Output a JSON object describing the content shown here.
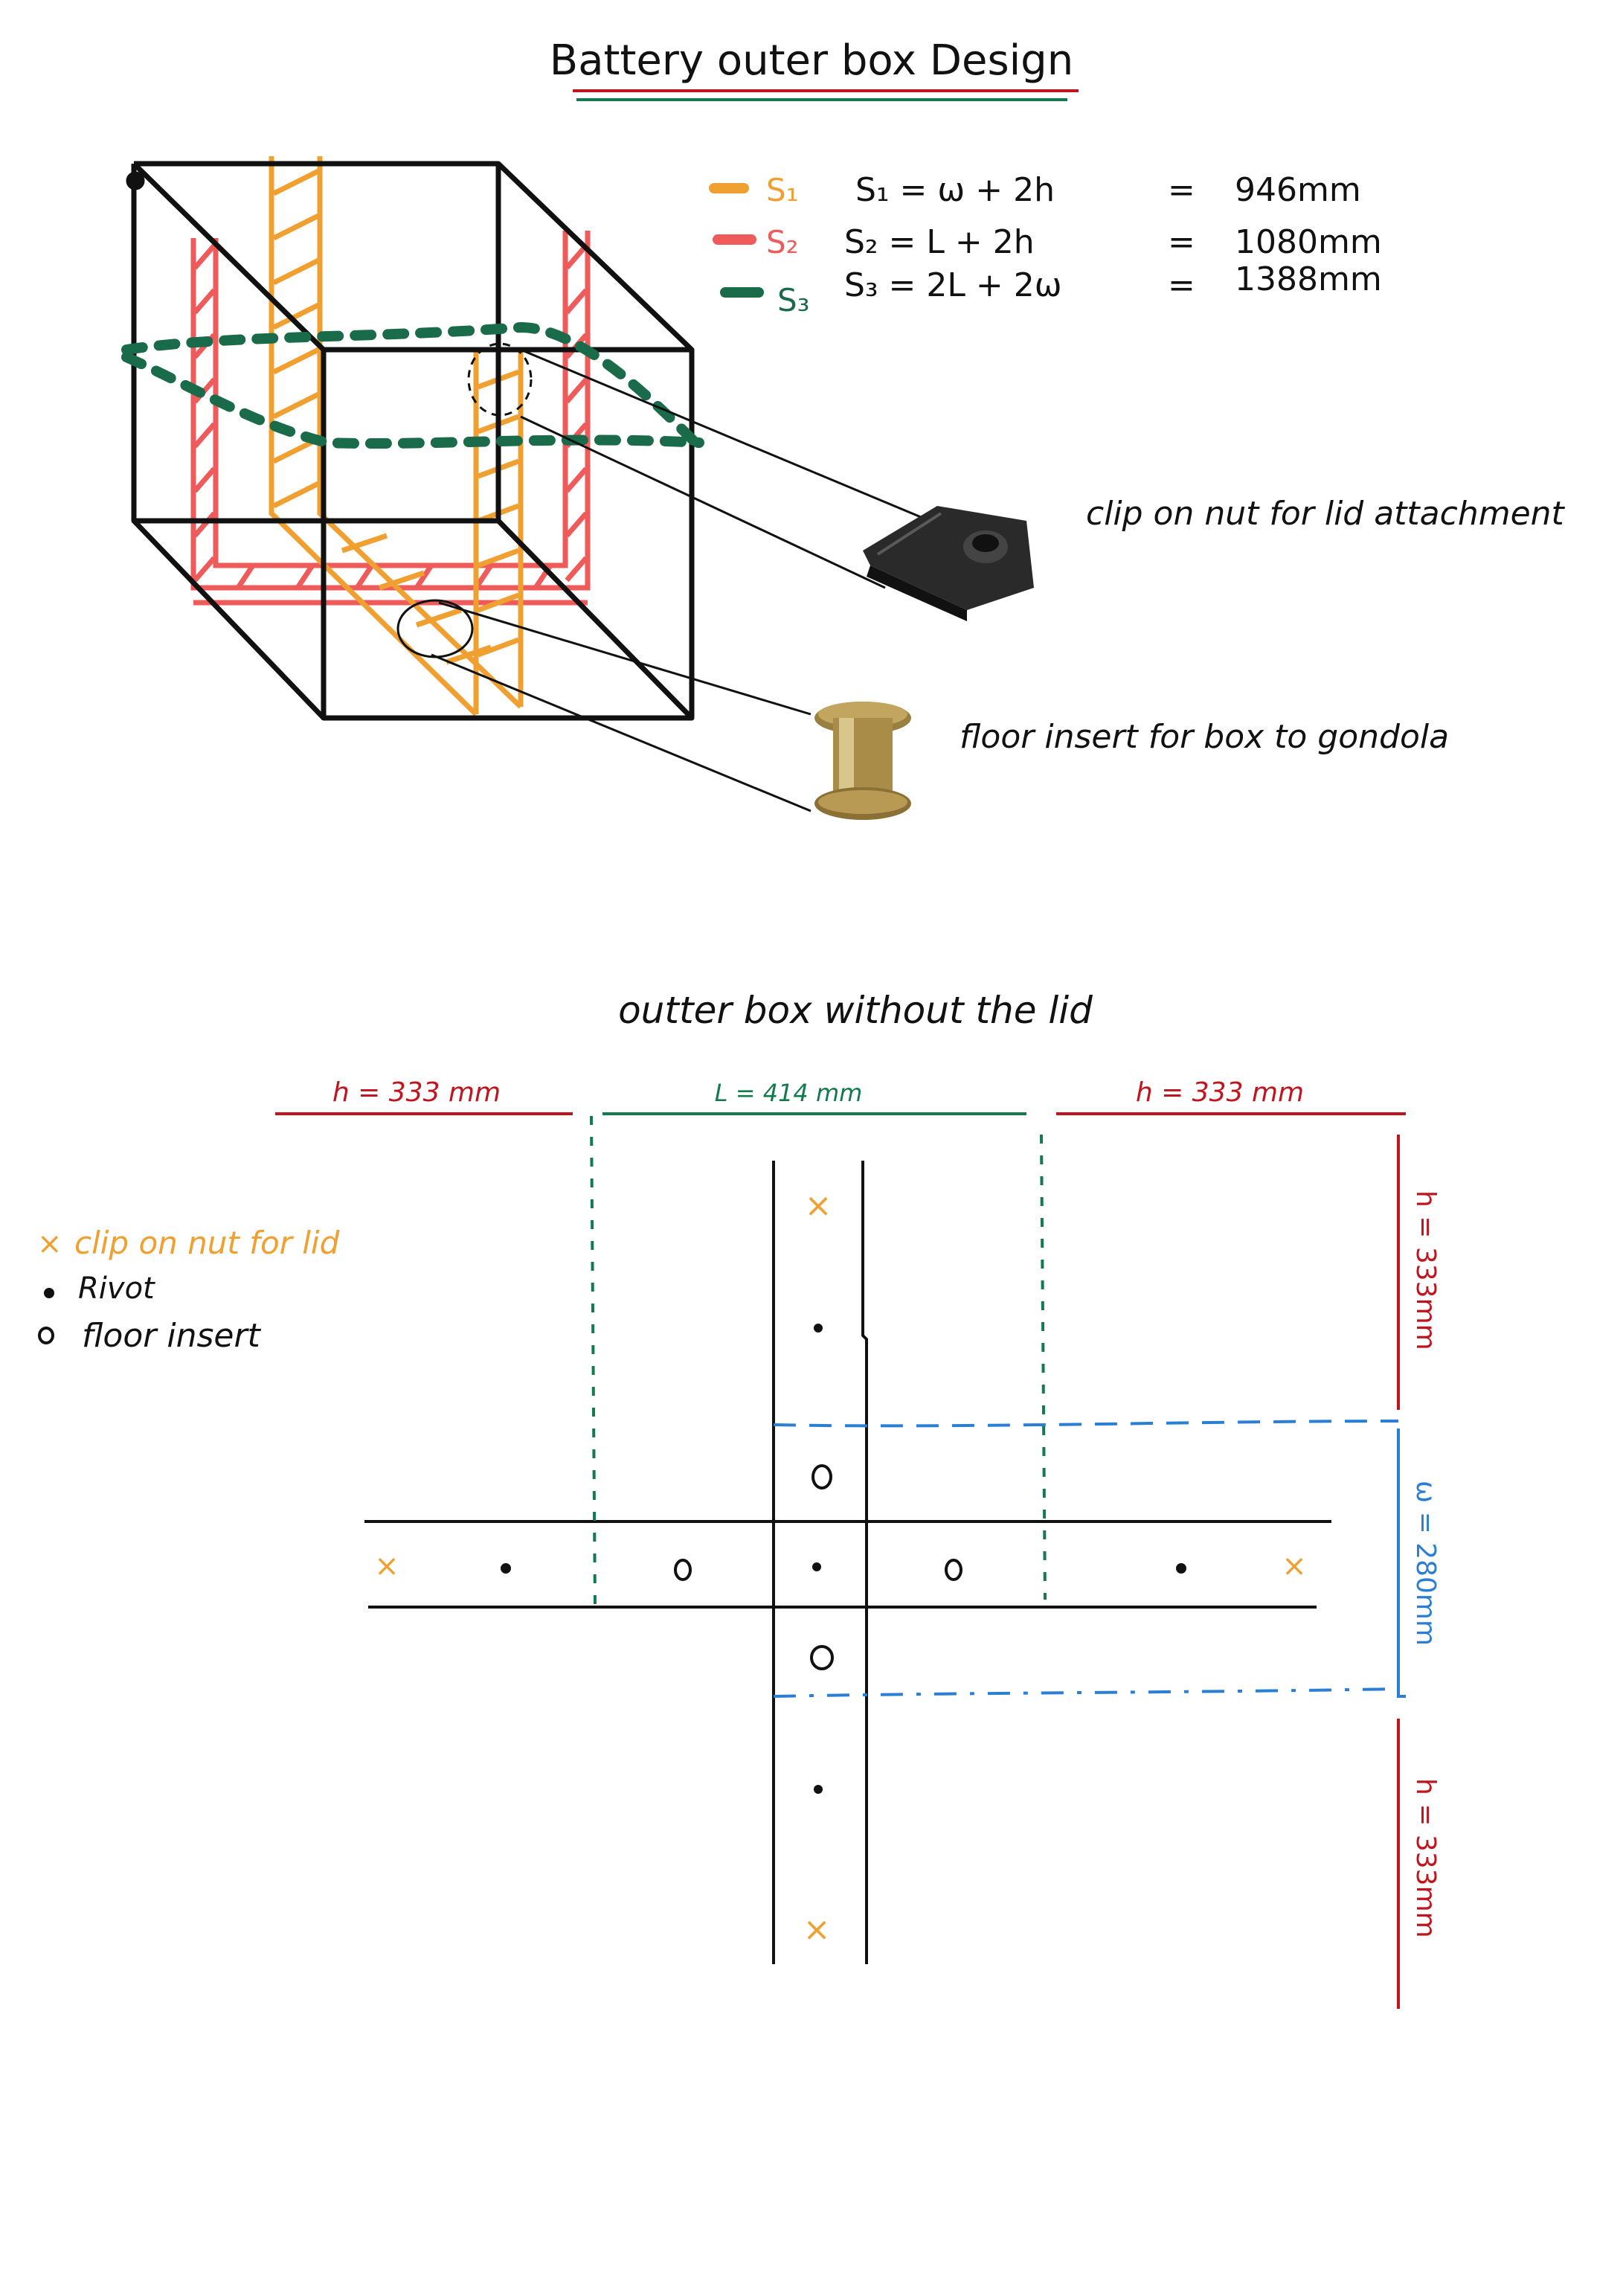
{
  "title": "Battery outer box Design",
  "colors": {
    "ink": "#111111",
    "s1": "#f0a030",
    "s2": "#ef5a5a",
    "s3": "#1a6b4a",
    "dim_red": "#c0141e",
    "dim_green": "#137a4e",
    "dim_blue": "#2a7fd4",
    "underline_red": "#c0141e",
    "underline_green": "#137a4e"
  },
  "legend_top": [
    {
      "key": "s1",
      "symbol": "S₁",
      "formula": "S₁ = ω + 2h",
      "equals": "=",
      "value": "946mm"
    },
    {
      "key": "s2",
      "symbol": "S₂",
      "formula": "S₂ = L + 2h",
      "equals": "=",
      "value": "1080mm"
    },
    {
      "key": "s3",
      "symbol": "S₃",
      "formula": "S₃ = 2L + 2ω",
      "equals": "=",
      "value": "1388mm"
    }
  ],
  "callouts": {
    "clip_nut": "clip on nut for lid attachment",
    "floor_insert": "floor insert for box to gondola"
  },
  "subtitle": "outter box without the lid",
  "dimensions": {
    "h_left": "h = 333 mm",
    "l_top": "L = 414 mm",
    "h_right": "h = 333 mm",
    "h_top_right": "h = 333mm",
    "w_right": "ω = 280mm",
    "h_bottom_right": "h = 333mm"
  },
  "legend_bottom": [
    {
      "glyph": "×",
      "label": "clip on nut for lid",
      "color": "s1"
    },
    {
      "glyph": "•",
      "label": "Rivot",
      "color": "ink"
    },
    {
      "glyph": "o",
      "label": "floor insert",
      "color": "ink"
    }
  ]
}
